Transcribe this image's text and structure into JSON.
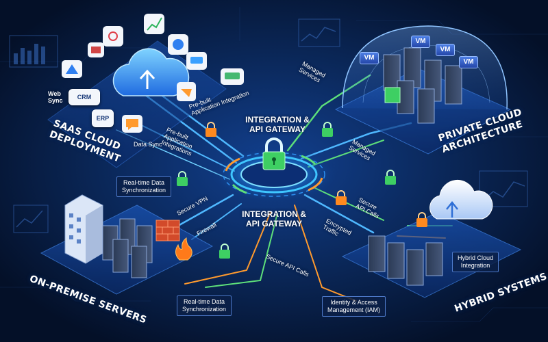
{
  "center": {
    "title_top": "INTEGRATION &\nAPI GATEWAY",
    "title_bottom": "INTEGRATION &\nAPI GATEWAY"
  },
  "sections": {
    "saas": "SAAS CLOUD\nDEPLOYMENT",
    "private": "PRIVATE CLOUD\nARCHITECTURE",
    "onprem": "ON-PREMISE SERVERS",
    "hybrid": "HYBRID SYSTEMS"
  },
  "saas_apps": {
    "web_sync": "Web\nSync",
    "crm": "CRM",
    "erp": "ERP"
  },
  "private_vms": [
    "VM",
    "VM",
    "VM",
    "VM"
  ],
  "flow_labels": {
    "prebuilt_top": "Pre-built\nApplication Integration",
    "data_sync": "Data Sync",
    "prebuilt_left": "Pre-built\nApplication\nIntegrations",
    "managed_top": "Managed\nServices",
    "managed_right": "Managed\nServices",
    "secure_vpn": "Secure VPN",
    "firewall": "Firewall",
    "secure_api_bottom": "Secure API Calls",
    "secure_api_right": "Secure\nAPI Calls",
    "encrypted": "Encrypted\nTraffic"
  },
  "boxes": {
    "realtime_top": "Real-time Data\nSynchronization",
    "realtime_bottom": "Real-time Data\nSynchronization",
    "iam": "Identity & Access\nManagement (IAM)",
    "hybrid_integration": "Hybrid Cloud\nIntegration"
  },
  "colors": {
    "background": "#061634",
    "flow_blue": "#4fb8ff",
    "flow_green": "#5ee07a",
    "flow_orange": "#ff9a2e",
    "lock_green": "#3ecf63",
    "lock_orange": "#ff8a1f",
    "platform": "#123e8c"
  },
  "icons": [
    "cloud-upload-icon",
    "lock-icon",
    "firewall-brick-icon",
    "flame-icon",
    "server-rack-icon",
    "building-icon",
    "chart-icon"
  ]
}
